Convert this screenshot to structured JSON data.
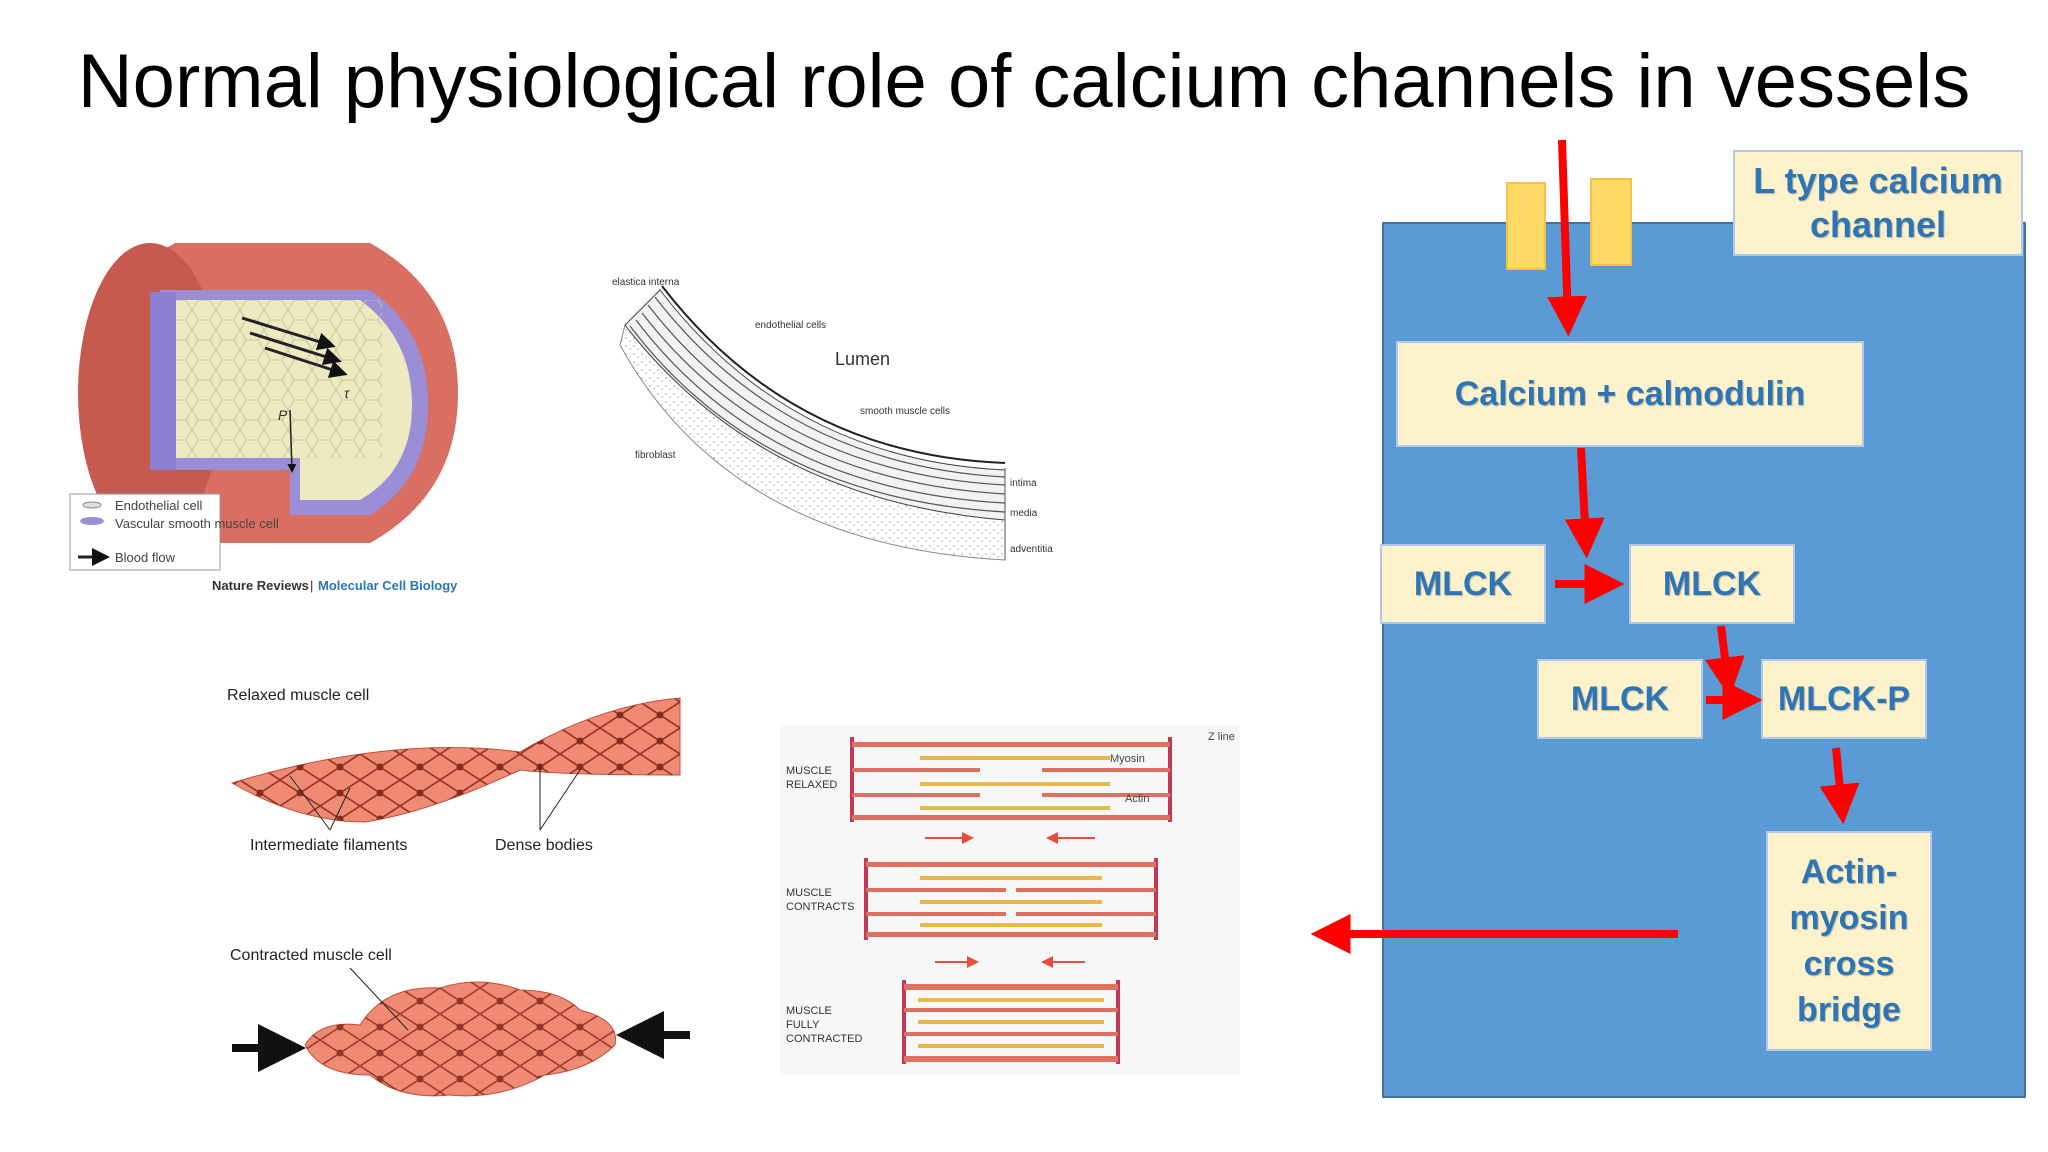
{
  "title": "Normal physiological role of calcium channels in vessels",
  "channel_label": "L type calcium channel",
  "steps": {
    "calmodulin": "Calcium + calmodulin",
    "mlck_a": "MLCK",
    "mlck_b": "MLCK",
    "mlck_c": "MLCK",
    "mlck_p": "MLCK-P",
    "crossbridge": "Actin-myosin cross bridge"
  },
  "vessel_figure": {
    "legend": [
      "Endothelial cell",
      "Vascular smooth muscle cell",
      "Blood flow"
    ],
    "credit_a": "Nature Reviews",
    "credit_sep": "|",
    "credit_b": "Molecular Cell Biology",
    "p_label": "P",
    "tau_label": "τ"
  },
  "wall_figure": {
    "lumen": "Lumen",
    "elastica": "elastica interna",
    "endothelial": "endothelial cells",
    "smooth": "smooth muscle cells",
    "fibroblast": "fibroblast",
    "intima": "intima",
    "media": "media",
    "adventitia": "adventitia"
  },
  "muscle_cell_figure": {
    "relaxed": "Relaxed muscle cell",
    "filaments": "Intermediate filaments",
    "dense": "Dense bodies",
    "contracted": "Contracted muscle cell"
  },
  "sarcomere_figure": {
    "z_line": "Z line",
    "myosin": "Myosin",
    "actin": "Actin",
    "relaxed": [
      "MUSCLE",
      "RELAXED"
    ],
    "contracts": [
      "MUSCLE",
      "CONTRACTS"
    ],
    "fully": [
      "MUSCLE",
      "FULLY",
      "CONTRACTED"
    ]
  },
  "colors": {
    "panel": "#5b9bd5",
    "box_fill": "#fdf2cc",
    "box_text": "#2e75b6",
    "channel": "#ffd966",
    "arrow": "#ff0000"
  }
}
